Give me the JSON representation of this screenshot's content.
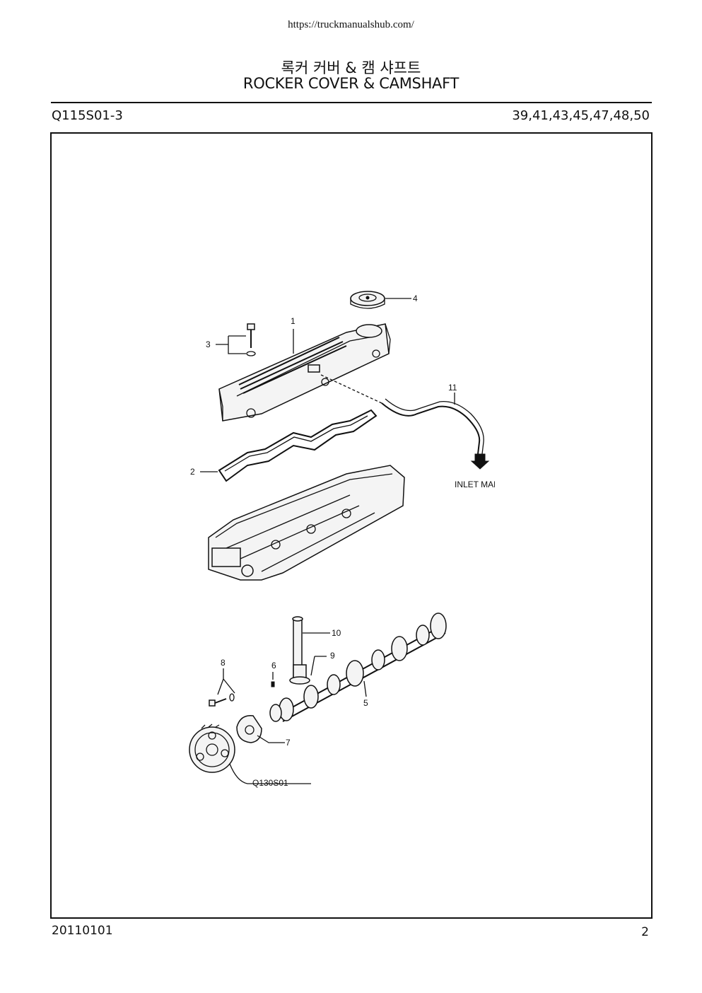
{
  "header": {
    "url": "https://truckmanualshub.com/",
    "title_ko": "록커 커버 & 캠 샤프트",
    "title_en": "ROCKER COVER & CAMSHAFT",
    "code": "Q115S01-3",
    "page_refs": "39,41,43,45,47,48,50"
  },
  "diagram": {
    "callouts": [
      "1",
      "2",
      "3",
      "4",
      "5",
      "6",
      "7",
      "8",
      "9",
      "10",
      "11"
    ],
    "inlet_label": "INLET MANIFOLD",
    "ref_label": "Q130S01"
  },
  "footer": {
    "date": "20110101",
    "page": "2"
  }
}
